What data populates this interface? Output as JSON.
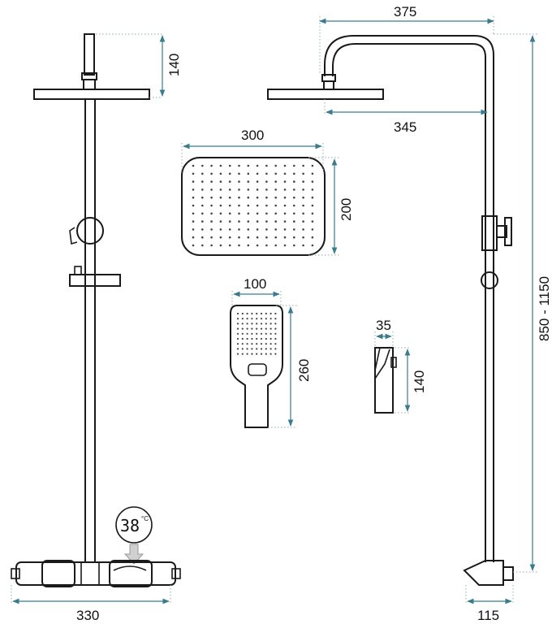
{
  "dimensions": {
    "left_overhead_height": "140",
    "top_arm_length": "375",
    "arm_projection": "345",
    "rain_head_width": "300",
    "rain_head_height": "200",
    "hand_shower_width": "100",
    "hand_shower_length": "260",
    "holder_width": "35",
    "holder_height": "140",
    "column_height": "850 - 1150",
    "mixer_width": "330",
    "wall_projection": "115"
  },
  "thermostat_display": {
    "value": "38",
    "unit": "°C"
  }
}
